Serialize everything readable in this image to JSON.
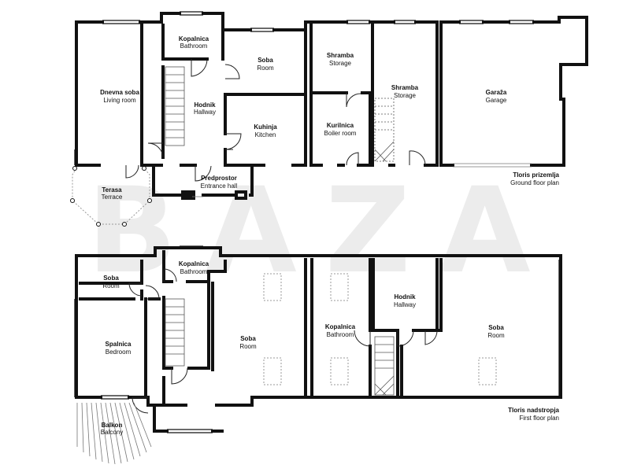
{
  "watermark": "BAZA",
  "ground_floor": {
    "caption_hr": "Tloris prizemlja",
    "caption_en": "Ground floor plan",
    "rooms": {
      "dnevna": {
        "hr": "Dnevna soba",
        "en": "Living room"
      },
      "kopalnica": {
        "hr": "Kopalnica",
        "en": "Bathroom"
      },
      "soba": {
        "hr": "Soba",
        "en": "Room"
      },
      "hodnik": {
        "hr": "Hodnik",
        "en": "Hallway"
      },
      "kuhinja": {
        "hr": "Kuhinja",
        "en": "Kitchen"
      },
      "shramba1": {
        "hr": "Shramba",
        "en": "Storage"
      },
      "kurilnica": {
        "hr": "Kurilnica",
        "en": "Boiler room"
      },
      "shramba2": {
        "hr": "Shramba",
        "en": "Storage"
      },
      "garaza": {
        "hr": "Garaža",
        "en": "Garage"
      },
      "predprostor": {
        "hr": "Predprostor",
        "en": "Entrance hall"
      },
      "terasa": {
        "hr": "Terasa",
        "en": "Terrace"
      }
    }
  },
  "first_floor": {
    "caption_hr": "Tloris nadstropja",
    "caption_en": "First floor plan",
    "rooms": {
      "soba_small": {
        "hr": "Soba",
        "en": "Room"
      },
      "kopalnica": {
        "hr": "Kopalnica",
        "en": "Bathroom"
      },
      "spalnica": {
        "hr": "Spalnica",
        "en": "Bedroom"
      },
      "soba_center": {
        "hr": "Soba",
        "en": "Room"
      },
      "kopalnica2": {
        "hr": "Kopalnica",
        "en": "Bathroom"
      },
      "hodnik": {
        "hr": "Hodnik",
        "en": "Hallway"
      },
      "soba_right": {
        "hr": "Soba",
        "en": "Room"
      },
      "balkon": {
        "hr": "Balkon",
        "en": "Balcony"
      }
    }
  }
}
